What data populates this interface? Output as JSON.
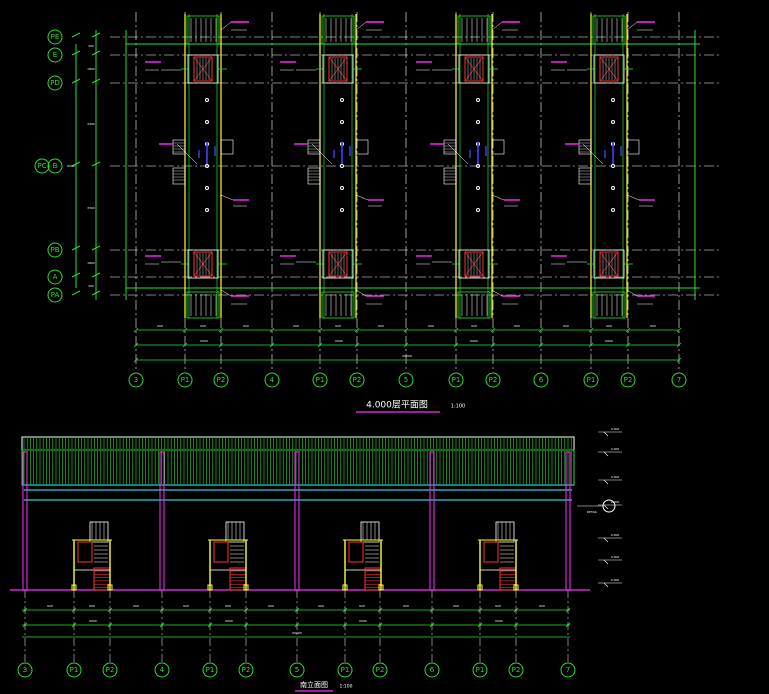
{
  "plan": {
    "title": "4.000层平面图",
    "scale": "1:100",
    "row_axes": [
      "PE",
      "E",
      "PD",
      "PC",
      "B",
      "PB",
      "A",
      "PA"
    ],
    "col_axes": [
      "3",
      "P1",
      "P2",
      "4",
      "P1",
      "P2",
      "5",
      "P1",
      "P2",
      "6",
      "P1",
      "P2",
      "7"
    ]
  },
  "elevation": {
    "title": "南立面图",
    "scale": "1:100",
    "col_axes": [
      "3",
      "P1",
      "P2",
      "4",
      "P1",
      "P2",
      "5",
      "P1",
      "P2",
      "6",
      "P1",
      "P2",
      "7"
    ]
  },
  "colors": {
    "background": "#000000",
    "green": "#29e02b",
    "white": "#ffffff",
    "yellow": "#ffff33",
    "magenta": "#ff29ff",
    "red": "#ff3333",
    "blue": "#4040ff",
    "cyan": "#33ffff"
  }
}
